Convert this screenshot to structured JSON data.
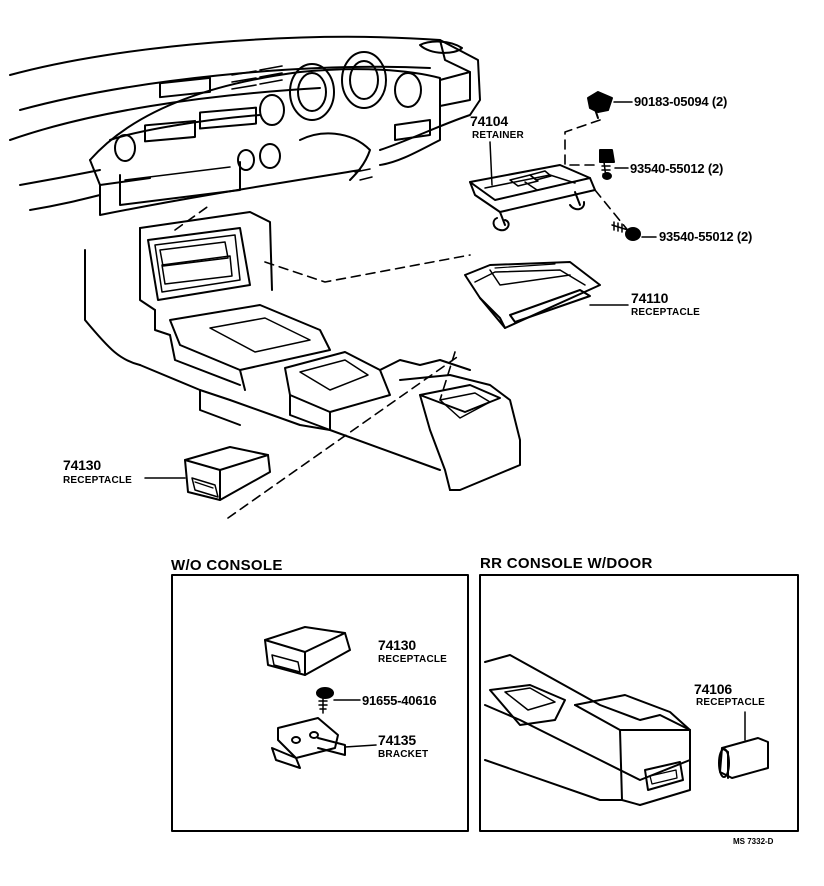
{
  "callouts": {
    "retainer": {
      "number": "74104",
      "name": "RETAINER"
    },
    "receptacle_main": {
      "number": "74110",
      "name": "RECEPTACLE"
    },
    "receptacle_left": {
      "number": "74130",
      "name": "RECEPTACLE"
    },
    "clip": {
      "part": "90183-05094 (2)"
    },
    "screw_a": {
      "part": "93540-55012 (2)"
    },
    "screw_b": {
      "part": "93540-55012 (2)"
    }
  },
  "panels": {
    "wo_console": {
      "title": "W/O CONSOLE",
      "receptacle": {
        "number": "74130",
        "name": "RECEPTACLE"
      },
      "screw": {
        "part": "91655-40616"
      },
      "bracket": {
        "number": "74135",
        "name": "BRACKET"
      }
    },
    "rr_console": {
      "title": "RR  CONSOLE  W/DOOR",
      "receptacle": {
        "number": "74106",
        "name": "RECEPTACLE"
      }
    }
  },
  "figure_code": "MS  7332-D"
}
